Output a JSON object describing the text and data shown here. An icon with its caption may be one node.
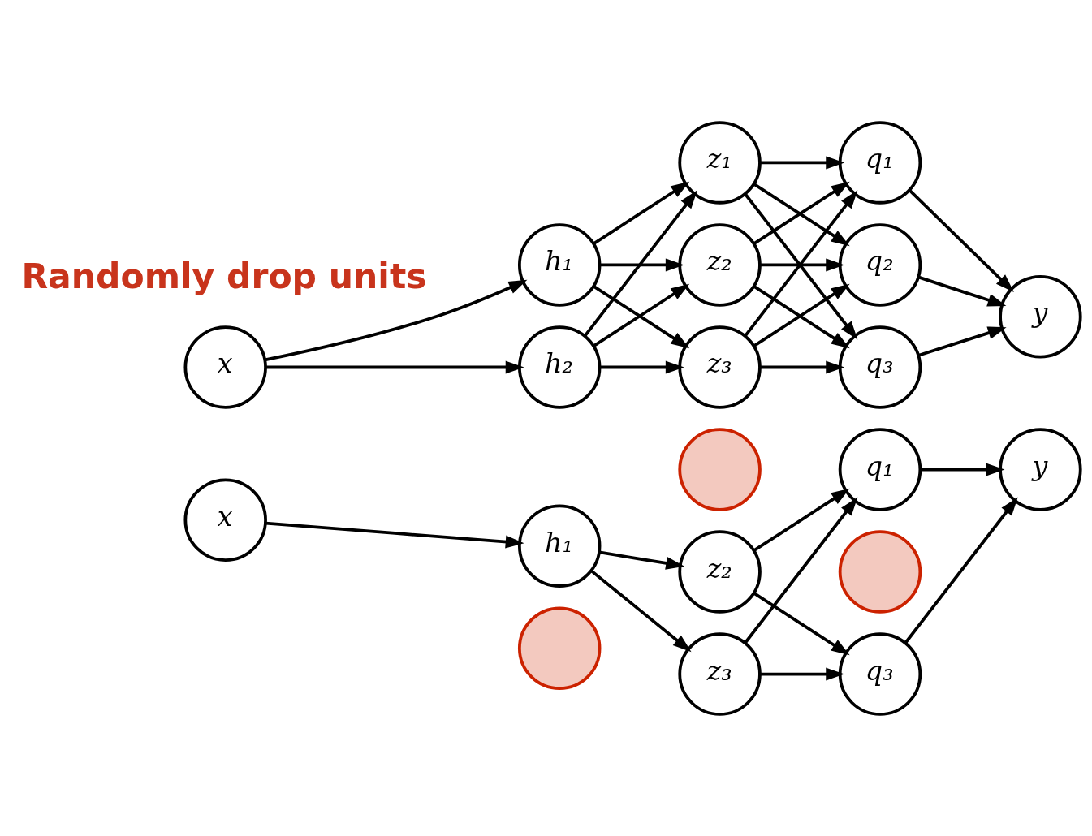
{
  "diagram": {
    "nodes": [
      {
        "text": [
          "x"
        ]
      },
      {
        "text": [
          "h₁"
        ]
      },
      {
        "text": [
          "h₂"
        ]
      },
      {
        "text": [
          "z₁"
        ]
      },
      {
        "text": [
          "z₂"
        ]
      },
      {
        "text": [
          "z₃"
        ]
      },
      {
        "text": [
          "q₁"
        ]
      },
      {
        "text": [
          "q₂"
        ]
      },
      {
        "text": [
          "q₃"
        ]
      },
      {
        "text": [
          "y"
        ]
      },
      {
        "text": [
          "x"
        ]
      },
      {
        "text": [
          "h₁"
        ]
      },
      {
        "text": [],
        "shape": "circle"
      },
      {
        "text": [],
        "shape": "circle"
      },
      {
        "text": [
          "z₂"
        ]
      },
      {
        "text": [
          "z₃"
        ]
      },
      {
        "text": [
          "q₁"
        ]
      },
      {
        "text": [],
        "shape": "circle"
      },
      {
        "text": [
          "q₃"
        ]
      },
      {
        "text": [
          "y"
        ]
      }
    ],
    "edges": [
      {
        "from": 0,
        "to": 1,
        "arrow": "to"
      },
      {
        "from": 0,
        "to": 2,
        "arrow": "to"
      },
      {
        "from": 1,
        "to": 3,
        "arrow": "to"
      },
      {
        "from": 1,
        "to": 4,
        "arrow": "to"
      },
      {
        "from": 1,
        "to": 5,
        "arrow": "to"
      },
      {
        "from": 2,
        "to": 3,
        "arrow": "to"
      },
      {
        "from": 2,
        "to": 4,
        "arrow": "to"
      },
      {
        "from": 2,
        "to": 5,
        "arrow": "to"
      },
      {
        "from": 3,
        "to": 6,
        "arrow": "to"
      },
      {
        "from": 3,
        "to": 7,
        "arrow": "to"
      },
      {
        "from": 3,
        "to": 8,
        "arrow": "to"
      },
      {
        "from": 4,
        "to": 6,
        "arrow": "to"
      },
      {
        "from": 4,
        "to": 7,
        "arrow": "to"
      },
      {
        "from": 4,
        "to": 8,
        "arrow": "to"
      },
      {
        "from": 5,
        "to": 6,
        "arrow": "to"
      },
      {
        "from": 5,
        "to": 7,
        "arrow": "to"
      },
      {
        "from": 5,
        "to": 8,
        "arrow": "to"
      },
      {
        "from": 6,
        "to": 9,
        "arrow": "to"
      },
      {
        "from": 7,
        "to": 9,
        "arrow": "to"
      },
      {
        "from": 8,
        "to": 9,
        "arrow": "to"
      },
      {
        "from": 10,
        "to": 11,
        "arrow": "to"
      },
      {
        "from": 11,
        "to": 14,
        "arrow": "to"
      },
      {
        "from": 11,
        "to": 15,
        "arrow": "to"
      },
      {
        "from": 14,
        "to": 16,
        "arrow": "to"
      },
      {
        "from": 14,
        "to": 18,
        "arrow": "to"
      },
      {
        "from": 15,
        "to": 16,
        "arrow": "to"
      },
      {
        "from": 15,
        "to": 18,
        "arrow": "to"
      },
      {
        "from": 16,
        "to": 19,
        "arrow": "to"
      },
      {
        "from": 18,
        "to": 19,
        "arrow": "to"
      }
    ],
    "labels": [
      "Randomly drop units"
    ]
  }
}
